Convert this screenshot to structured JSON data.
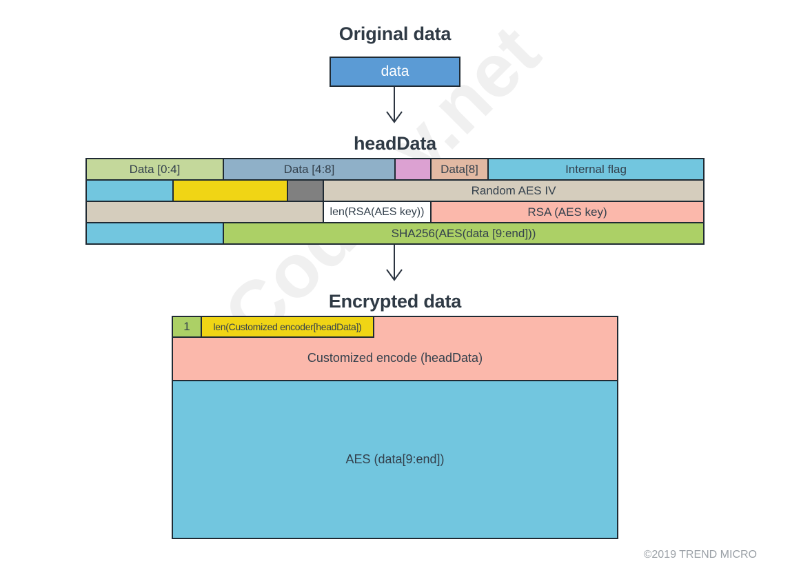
{
  "titles": {
    "original": "Original data",
    "head": "headData",
    "encrypted": "Encrypted data"
  },
  "original": {
    "data_label": "data"
  },
  "headdata": {
    "row1": {
      "c1": "Data [0:4]",
      "c2": "Data [4:8]",
      "c3": "",
      "c4": "Data[8]",
      "c5": "Internal flag"
    },
    "row2": {
      "random_iv": "Random AES IV"
    },
    "row3": {
      "len_rsa": "len(RSA(AES key))",
      "rsa": "RSA (AES key)"
    },
    "row4": {
      "sha": "SHA256(AES(data [9:end]))"
    }
  },
  "encrypted": {
    "flag": "1",
    "len_label": "len(Customized encoder[headData])",
    "encode_label": "Customized encode (headData)",
    "aes_label": "AES (data[9:end])"
  },
  "watermark": "Codeby.net",
  "copyright": "©2019 TREND MICRO",
  "colors": {
    "blue": "#5b9bd5",
    "green_light": "#c4d89b",
    "steel": "#8fb0c8",
    "pink": "#dca1d2",
    "tan": "#e2b9a3",
    "cyan": "#72c6df",
    "yellow": "#f0d515",
    "gray": "#808080",
    "beige": "#d5cdbd",
    "salmon": "#fbb8ab",
    "lime": "#acd066"
  }
}
